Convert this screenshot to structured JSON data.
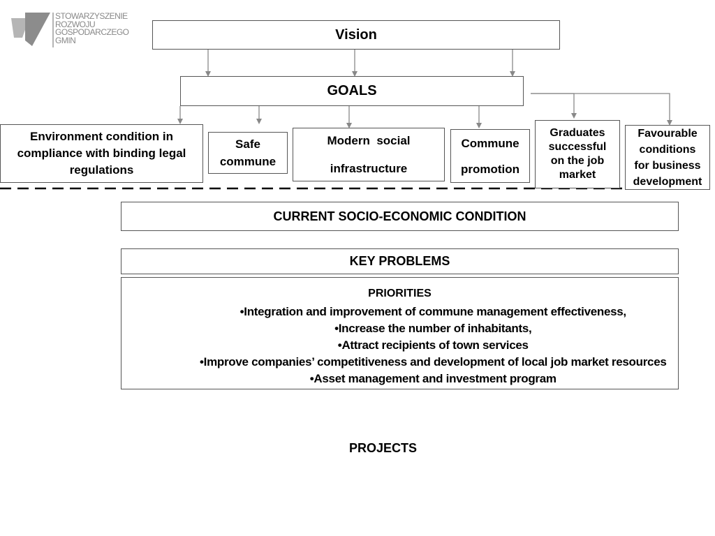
{
  "logo": {
    "lines": [
      "STOWARZYSZENIE",
      "ROZWOJU",
      "GOSPODARCZEGO",
      "GMIN"
    ]
  },
  "vision": "Vision",
  "goals": {
    "title": "GOALS",
    "items": [
      {
        "lines": [
          "Environment condition in",
          "compliance with binding legal",
          "regulations"
        ]
      },
      {
        "lines": [
          "Safe",
          "commune"
        ]
      },
      {
        "lines": [
          "Modern  social",
          "infrastructure"
        ]
      },
      {
        "lines": [
          "Commune",
          "promotion"
        ]
      },
      {
        "lines": [
          "Graduates",
          "successful",
          "on the job",
          "market"
        ]
      },
      {
        "lines": [
          "Favourable",
          "conditions",
          "for business",
          "development"
        ]
      }
    ]
  },
  "current_condition": "CURRENT SOCIO-ECONOMIC CONDITION",
  "key_problems": "KEY PROBLEMS",
  "priorities": {
    "title": "PRIORITIES",
    "items": [
      "Integration and improvement of commune management effectiveness,",
      "Increase the number of inhabitants,",
      "Attract recipients of town services",
      "Improve companies’ competitiveness and development of local job market resources",
      "Asset management and investment program"
    ]
  },
  "projects": "PROJECTS",
  "colors": {
    "border": "#555555",
    "arrow": "#888888",
    "logo": "#888888",
    "text": "#000000"
  }
}
